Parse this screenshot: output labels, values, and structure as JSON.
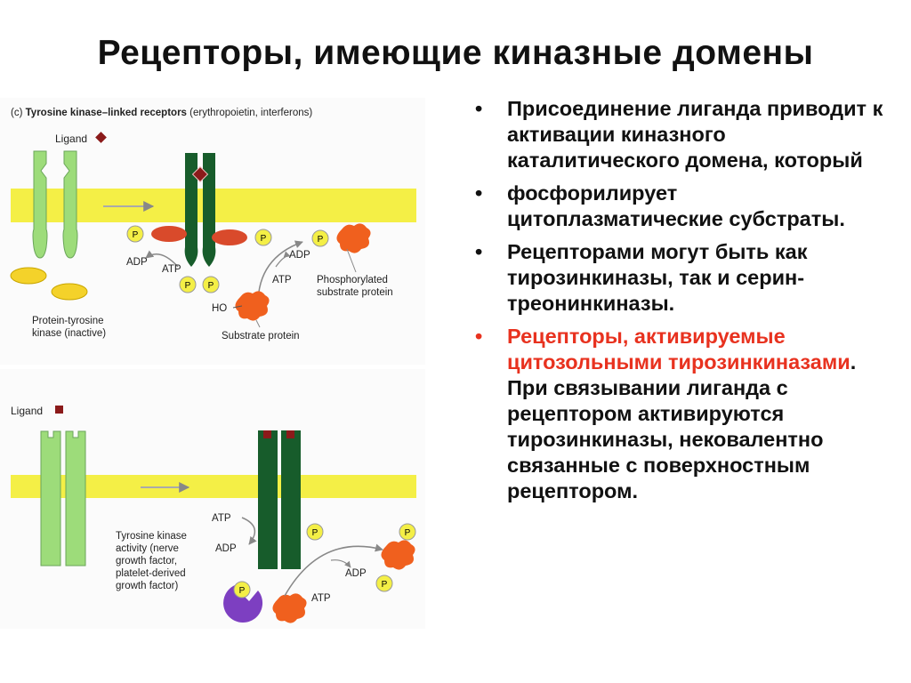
{
  "slide": {
    "title": "Рецепторы, имеющие киназные домены"
  },
  "figure": {
    "panel_c": {
      "letter": "(c)",
      "heading_bold": "Tyrosine kinase–linked receptors",
      "heading_rest": " (erythropoietin, interferons)",
      "ligand_label": "Ligand",
      "adp": "ADP",
      "atp": "ATP",
      "p": "P",
      "ho": "HO",
      "inactive_kinase_line1": "Protein-tyrosine",
      "inactive_kinase_line2": "kinase (inactive)",
      "substrate_label": "Substrate protein",
      "phospho_line1": "Phosphorylated",
      "phospho_line2": "substrate protein"
    },
    "panel_2": {
      "ligand_label": "Ligand",
      "atp": "ATP",
      "adp": "ADP",
      "p": "P",
      "activity_line1": "Tyrosine kinase",
      "activity_line2": "activity (nerve",
      "activity_line3": "growth factor,",
      "activity_line4": "platelet-derived",
      "activity_line5": "growth factor)"
    },
    "colors": {
      "membrane": "#f4ef46",
      "receptor_inactive": "#9ddc7a",
      "receptor_active": "#175c2b",
      "kinase_inactive": "#f4d22a",
      "kinase_active": "#d94a2b",
      "phosphate": "#f4ef46",
      "substrate": "#f0601e",
      "ligand": "#8b1a1a",
      "kinase_purple": "#7d3fc1"
    }
  },
  "bullets": {
    "marker": "•",
    "b1": "Присоединение лиганда приводит к активации киназного каталитического домена, который",
    "b2": "фосфорилирует цитоплазматические субстраты.",
    "b3": "Рецепторами могут быть как тирозинкиназы, так и серин-треонинкиназы.",
    "b4_red": "Рецепторы, активируемые цитозольными тирозинкиназами",
    "b4_rest": ". При связывании лиганда с рецептором активируются тирозинкиназы, нековалентно связанные с поверхностным рецептором."
  }
}
